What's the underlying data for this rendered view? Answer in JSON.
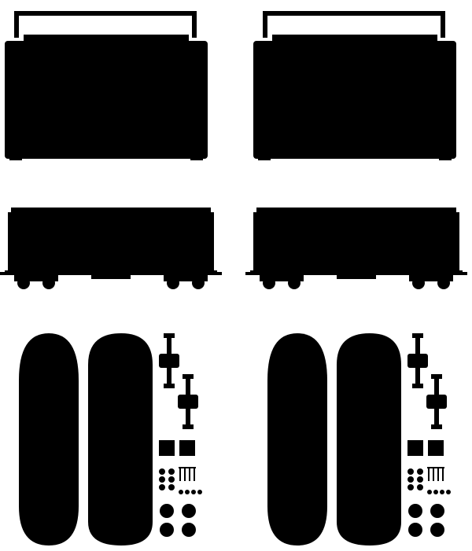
{
  "palette": {
    "background": "#ffffff",
    "line": "#9a9a9a",
    "solid": "#3b3b3b",
    "solid_detail": "#ffffff"
  },
  "rows": [
    {
      "subject": "boombox",
      "variants": [
        "outline",
        "solid"
      ]
    },
    {
      "subject": "stock-car",
      "variants": [
        "outline",
        "solid"
      ]
    },
    {
      "subject": "skateboard-kit",
      "variants": [
        "outline",
        "solid"
      ]
    }
  ]
}
